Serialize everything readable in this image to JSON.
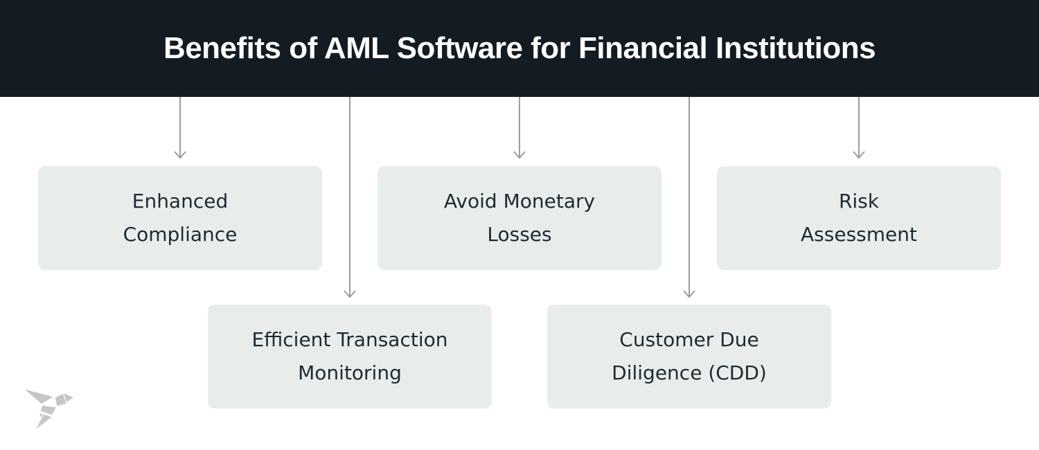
{
  "header": {
    "title": "Benefits of AML Software for Financial Institutions"
  },
  "boxes": [
    {
      "id": "enhanced-compliance",
      "line1": "Enhanced",
      "line2": "Compliance"
    },
    {
      "id": "avoid-monetary-losses",
      "line1": "Avoid Monetary",
      "line2": "Losses"
    },
    {
      "id": "risk-assessment",
      "line1": "Risk",
      "line2": "Assessment"
    },
    {
      "id": "efficient-transaction-monitoring",
      "line1": "Efficient Transaction",
      "line2": "Monitoring"
    },
    {
      "id": "customer-due-diligence",
      "line1": "Customer Due",
      "line2": "Diligence (CDD)"
    }
  ],
  "connectors": [
    {
      "from": "header",
      "to": "enhanced-compliance"
    },
    {
      "from": "header",
      "to": "avoid-monetary-losses"
    },
    {
      "from": "header",
      "to": "risk-assessment"
    },
    {
      "from": "header",
      "to": "efficient-transaction-monitoring"
    },
    {
      "from": "header",
      "to": "customer-due-diligence"
    }
  ],
  "logo": {
    "name": "origami-bird-logo"
  },
  "colors": {
    "header_background": "#131b23",
    "header_text": "#fdfdfd",
    "box_background": "#e8edeb",
    "box_text": "#1d2a32",
    "arrow": "#9b9b9b",
    "logo": "#c5c7c6",
    "page_background": "#ffffff"
  }
}
